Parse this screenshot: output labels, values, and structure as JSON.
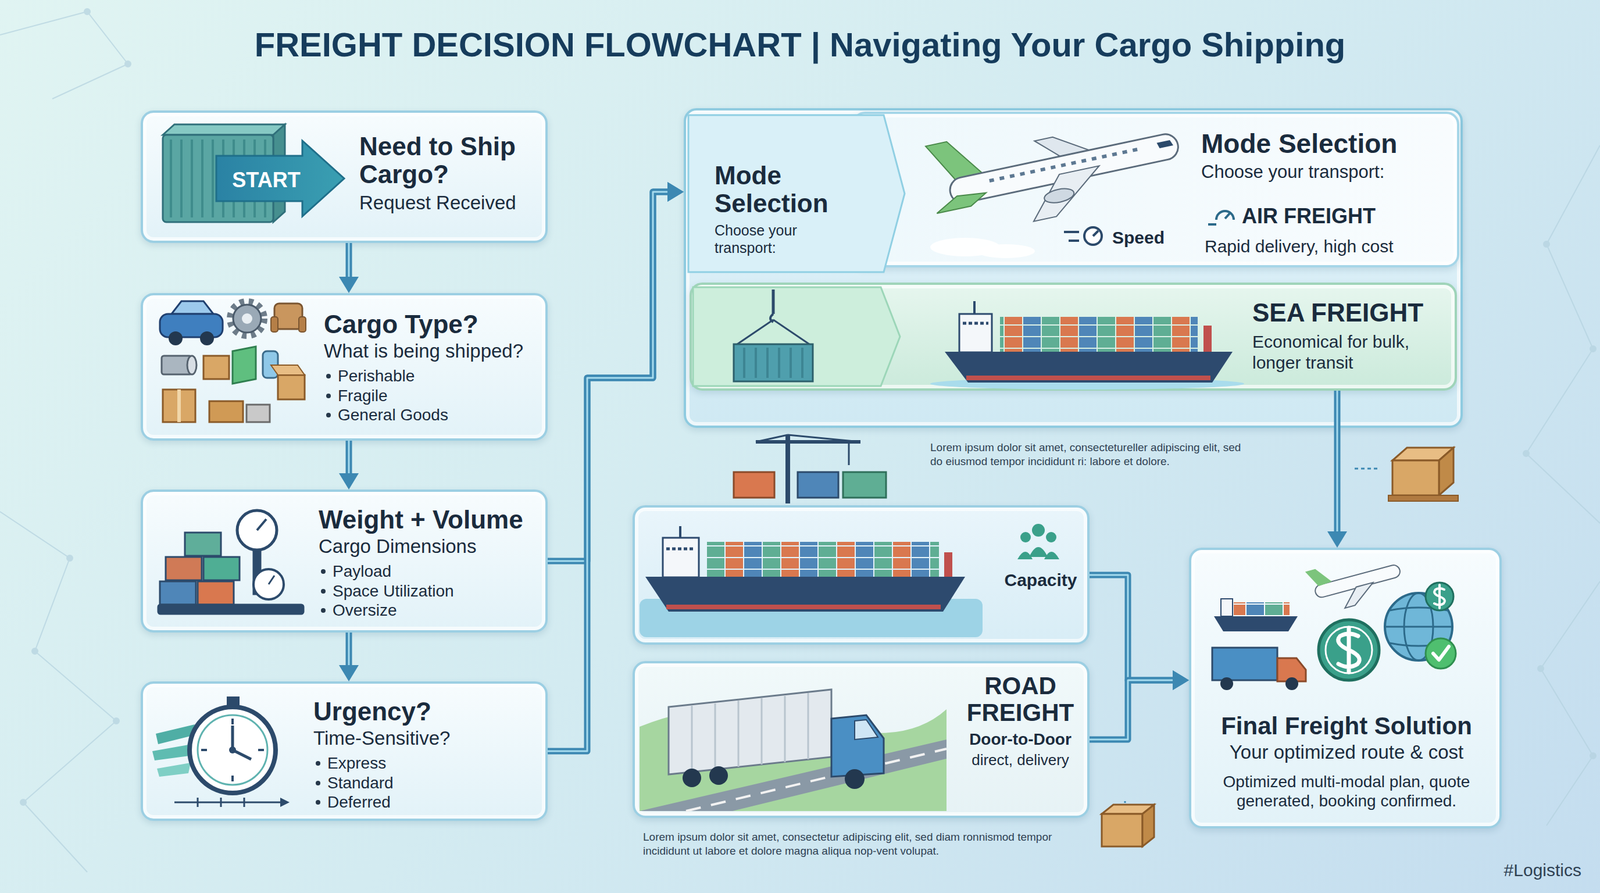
{
  "diagram": {
    "title": "FREIGHT DECISION FLOWCHART | Navigating Your Cargo Shipping",
    "nodes": [
      {
        "text": [
          "START",
          "Need to Ship Cargo?",
          "Request Received"
        ]
      },
      {
        "text": [
          "Cargo Type?",
          "What is being shipped?",
          "Perishable",
          "Fragile",
          "General Goods"
        ]
      },
      {
        "text": [
          "Weight + Volume",
          "Cargo Dimensions",
          "Payload",
          "Space Utilization",
          "Oversize"
        ]
      },
      {
        "text": [
          "Urgency?",
          "Time-Sensitive?",
          "Express",
          "Standard",
          "Deferred"
        ]
      },
      {
        "text": [
          "Mode Selection",
          "Choose your transport:"
        ]
      },
      {
        "text": [
          "Speed",
          "Mode Selection",
          "Choose your transport:",
          "AIR FREIGHT",
          "Rapid delivery, high cost"
        ],
        "in": 4
      },
      {
        "text": [
          "SEA FREIGHT",
          "Economical for bulk, longer transit"
        ],
        "in": 4
      },
      {
        "text": [
          "Capacity"
        ]
      },
      {
        "text": [
          "ROAD FREIGHT",
          "Door-to-Door",
          "direct, delivery"
        ]
      },
      {
        "text": [
          "Final Freight Solution",
          "Your optimized route & cost",
          "Optimized multi-modal plan, quote generated, booking confirmed."
        ]
      }
    ],
    "edges": [
      {
        "from": 0,
        "to": 1,
        "arrow": "to"
      },
      {
        "from": 1,
        "to": 2,
        "arrow": "to"
      },
      {
        "from": 2,
        "to": 3,
        "arrow": "to"
      },
      {
        "from": 2,
        "to": 4,
        "arrow": "to"
      },
      {
        "from": 3,
        "to": 4,
        "arrow": "to"
      },
      {
        "from": 6,
        "to": 9,
        "arrow": "to"
      },
      {
        "from": 7,
        "to": 9,
        "arrow": "to"
      },
      {
        "from": 8,
        "to": 9,
        "arrow": "to"
      }
    ],
    "labels": [
      "Lorem ipsum dolor sit amet, consectetureller adipiscing elit, sed do eiusmod tempor incididunt ri: labore et dolore.",
      "Lorem ipsum dolor sit amet, consectetur adipiscing elit, sed diam ronnismod tempor incididunt ut labore et dolore magna aliqua nop-vent volupat.",
      "#Logistics"
    ]
  }
}
